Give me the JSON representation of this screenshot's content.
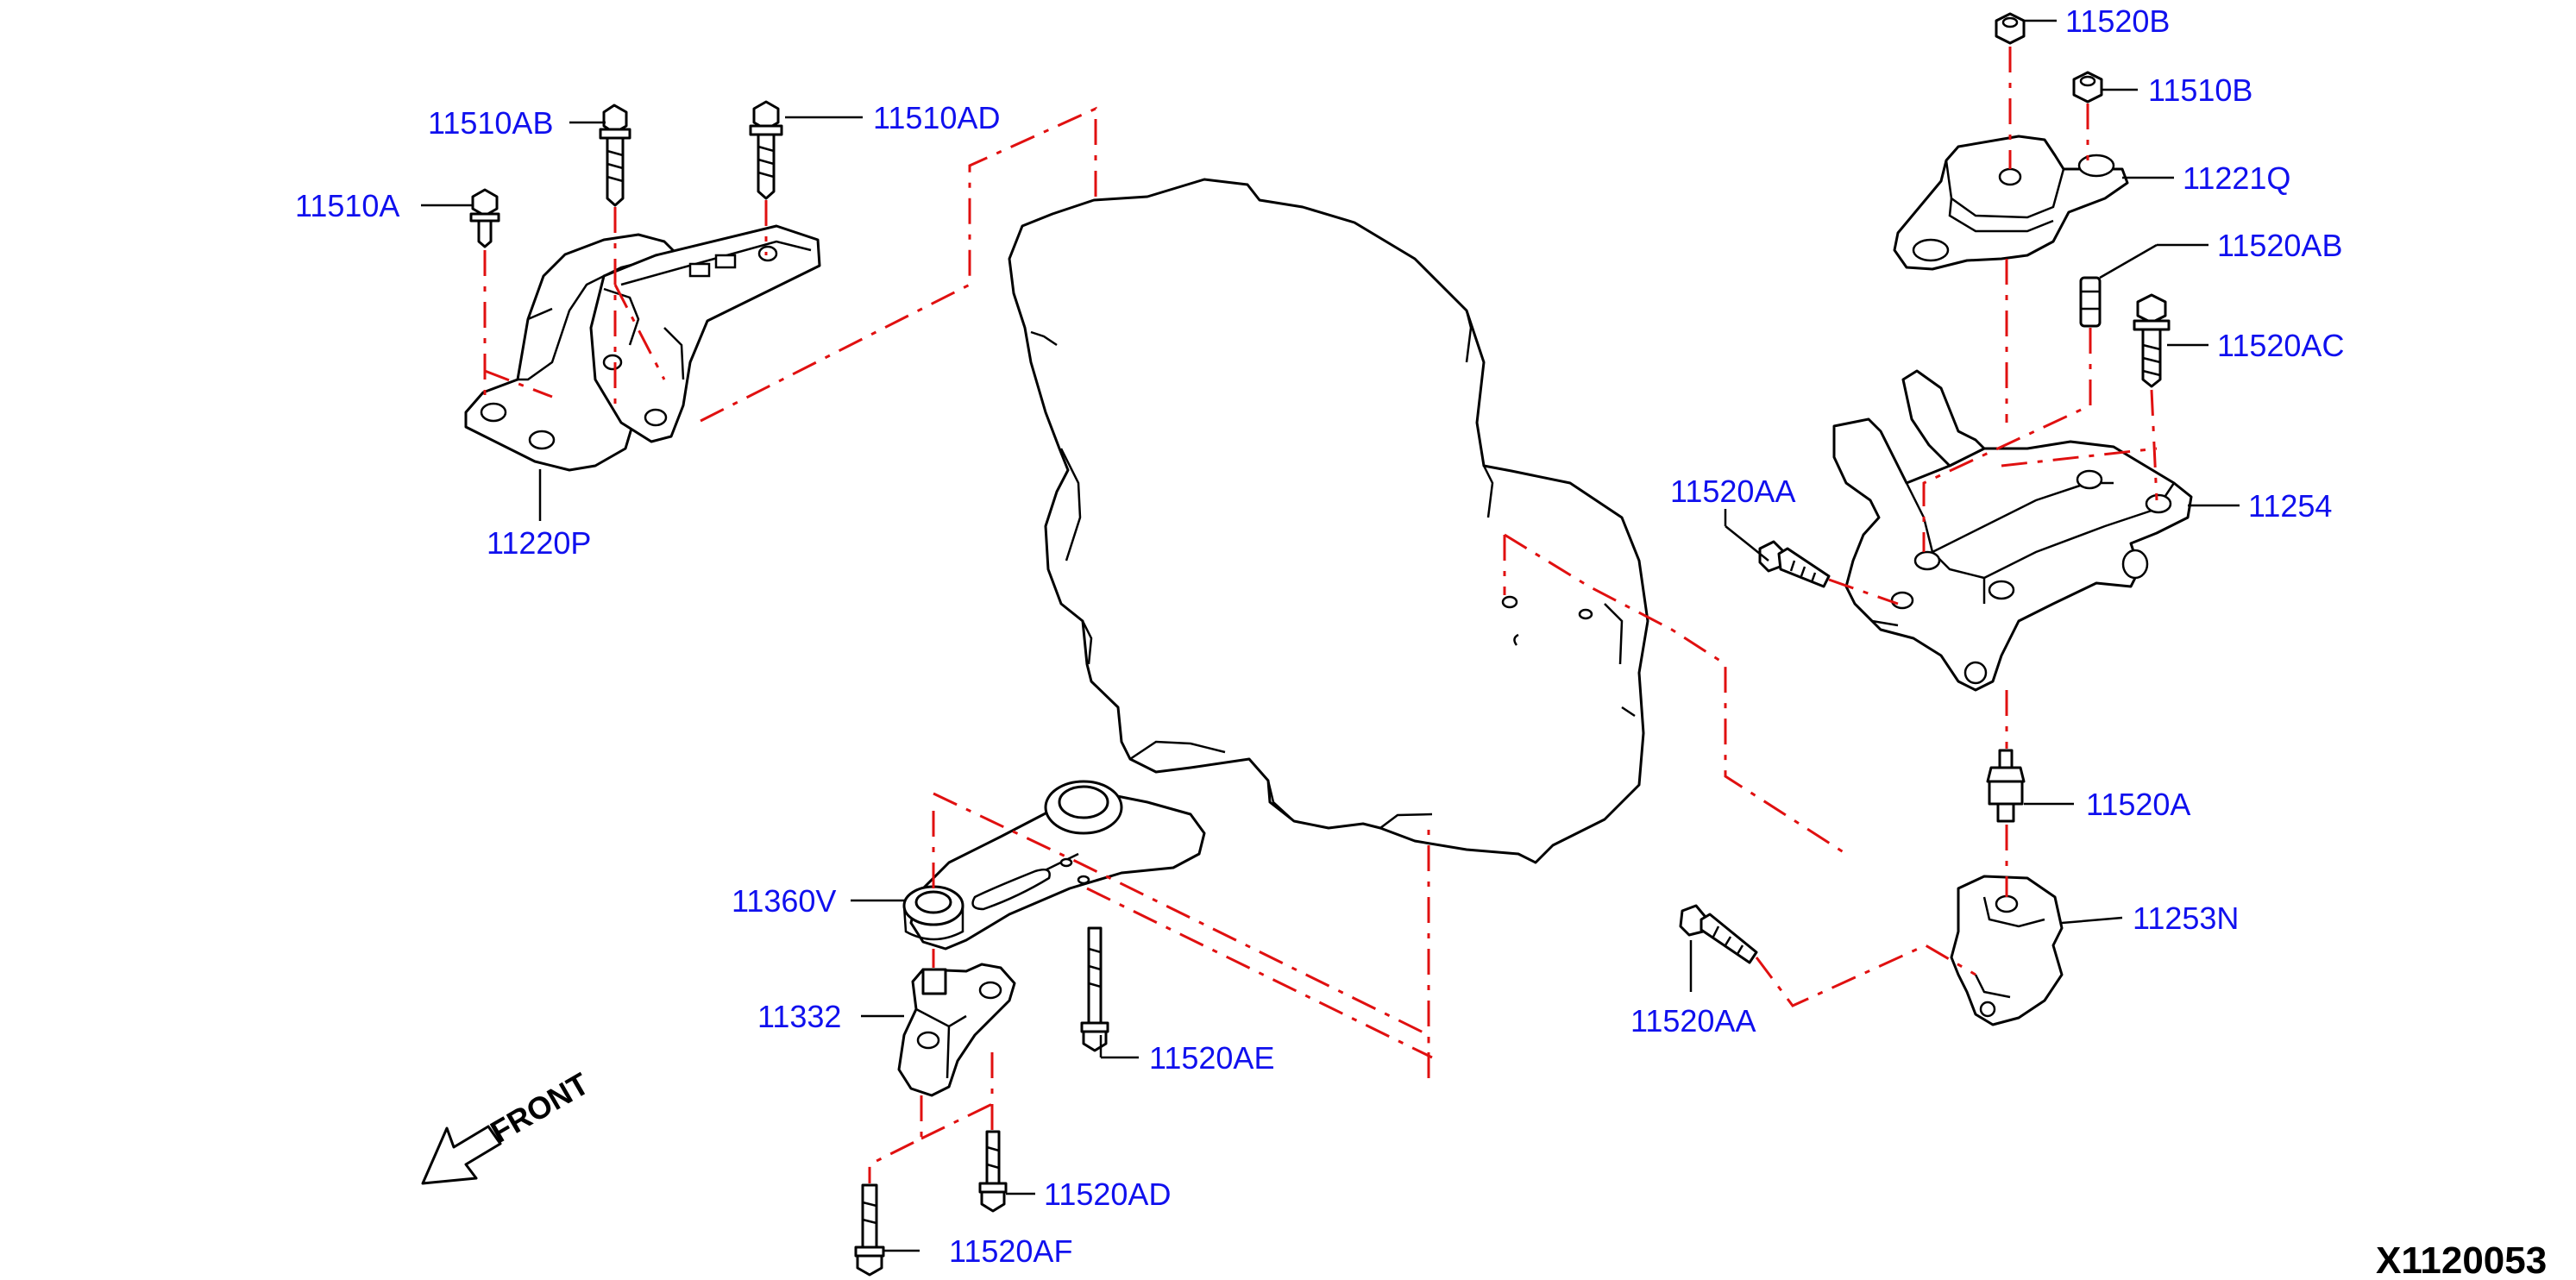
{
  "diagram": {
    "code": "X1120053",
    "front_label": "FRONT",
    "colors": {
      "label": "#1010ee",
      "dash": "#e01010",
      "line": "#000000"
    },
    "callouts": [
      {
        "id": "11510AB",
        "text": "11510AB"
      },
      {
        "id": "11510AD",
        "text": "11510AD"
      },
      {
        "id": "11510A",
        "text": "11510A"
      },
      {
        "id": "11220P",
        "text": "11220P"
      },
      {
        "id": "11520B",
        "text": "11520B"
      },
      {
        "id": "11510B",
        "text": "11510B"
      },
      {
        "id": "11221Q",
        "text": "11221Q"
      },
      {
        "id": "11520AB",
        "text": "11520AB"
      },
      {
        "id": "11520AC",
        "text": "11520AC"
      },
      {
        "id": "11520AA_top",
        "text": "11520AA"
      },
      {
        "id": "11254",
        "text": "11254"
      },
      {
        "id": "11520A",
        "text": "11520A"
      },
      {
        "id": "11253N",
        "text": "11253N"
      },
      {
        "id": "11520AA_bottom",
        "text": "11520AA"
      },
      {
        "id": "11360V",
        "text": "11360V"
      },
      {
        "id": "11332",
        "text": "11332"
      },
      {
        "id": "11520AE",
        "text": "11520AE"
      },
      {
        "id": "11520AD",
        "text": "11520AD"
      },
      {
        "id": "11520AF",
        "text": "11520AF"
      }
    ]
  }
}
